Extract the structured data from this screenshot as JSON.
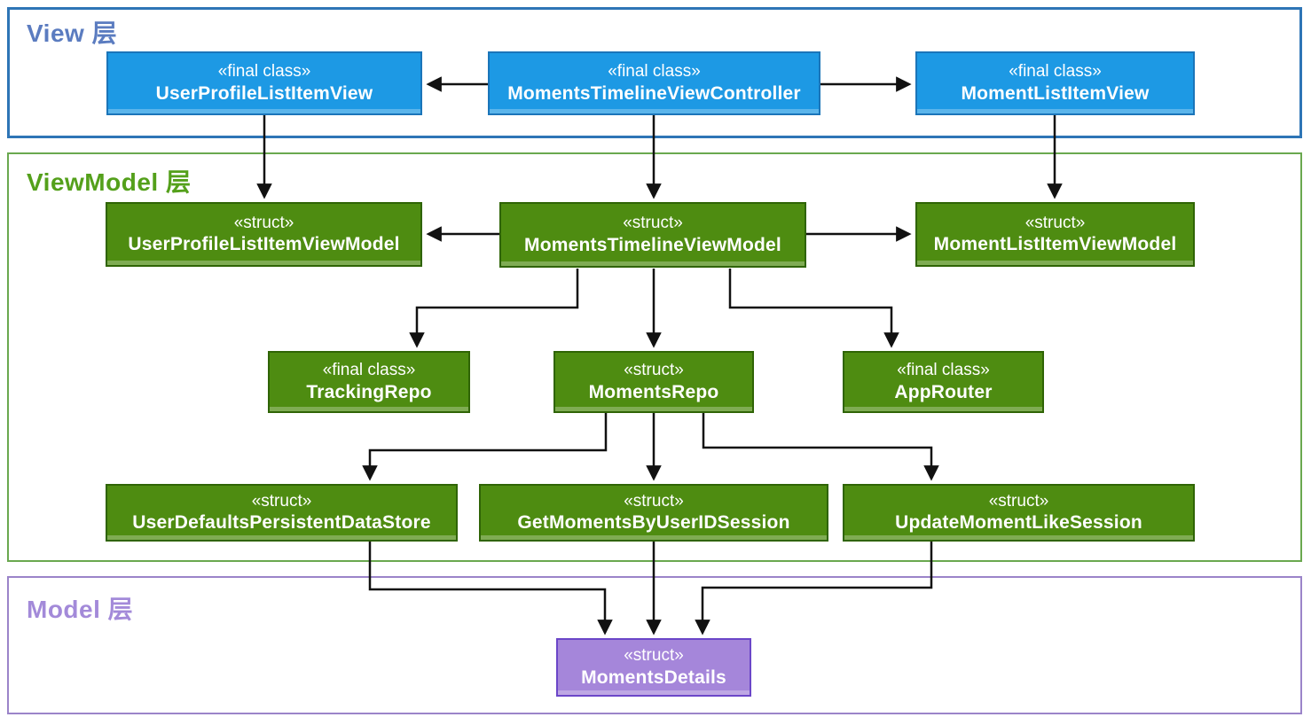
{
  "title": "Moments app architecture diagram (View / ViewModel / Model layers)",
  "layers": [
    {
      "label": "View 层",
      "border_color": "#2e75b6",
      "label_color": "#5b7cc0"
    },
    {
      "label": "ViewModel 层",
      "border_color": "#6aa84f",
      "label_color": "#54a01b"
    },
    {
      "label": "Model 层",
      "border_color": "#9b84c9",
      "label_color": "#a38ad9"
    }
  ],
  "nodes": [
    {
      "stereotype": "«final class»",
      "name": "UserProfileListItemView",
      "layer": "View 层"
    },
    {
      "stereotype": "«final class»",
      "name": "MomentsTimelineViewController",
      "layer": "View 层"
    },
    {
      "stereotype": "«final class»",
      "name": "MomentListItemView",
      "layer": "View 层"
    },
    {
      "stereotype": "«struct»",
      "name": "UserProfileListItemViewModel",
      "layer": "ViewModel 层"
    },
    {
      "stereotype": "«struct»",
      "name": "MomentsTimelineViewModel",
      "layer": "ViewModel 层"
    },
    {
      "stereotype": "«struct»",
      "name": "MomentListItemViewModel",
      "layer": "ViewModel 层"
    },
    {
      "stereotype": "«final class»",
      "name": "TrackingRepo",
      "layer": "ViewModel 层"
    },
    {
      "stereotype": "«struct»",
      "name": "MomentsRepo",
      "layer": "ViewModel 层"
    },
    {
      "stereotype": "«final class»",
      "name": "AppRouter",
      "layer": "ViewModel 层"
    },
    {
      "stereotype": "«struct»",
      "name": "UserDefaultsPersistentDataStore",
      "layer": "ViewModel 层"
    },
    {
      "stereotype": "«struct»",
      "name": "GetMomentsByUserIDSession",
      "layer": "ViewModel 层"
    },
    {
      "stereotype": "«struct»",
      "name": "UpdateMomentLikeSession",
      "layer": "ViewModel 层"
    },
    {
      "stereotype": "«struct»",
      "name": "MomentsDetails",
      "layer": "Model 层"
    }
  ],
  "edges": [
    {
      "from": "MomentsTimelineViewController",
      "to": "UserProfileListItemView"
    },
    {
      "from": "MomentsTimelineViewController",
      "to": "MomentListItemView"
    },
    {
      "from": "UserProfileListItemView",
      "to": "UserProfileListItemViewModel"
    },
    {
      "from": "MomentsTimelineViewController",
      "to": "MomentsTimelineViewModel"
    },
    {
      "from": "MomentListItemView",
      "to": "MomentListItemViewModel"
    },
    {
      "from": "MomentsTimelineViewModel",
      "to": "UserProfileListItemViewModel"
    },
    {
      "from": "MomentsTimelineViewModel",
      "to": "MomentListItemViewModel"
    },
    {
      "from": "MomentsTimelineViewModel",
      "to": "TrackingRepo"
    },
    {
      "from": "MomentsTimelineViewModel",
      "to": "MomentsRepo"
    },
    {
      "from": "MomentsTimelineViewModel",
      "to": "AppRouter"
    },
    {
      "from": "MomentsRepo",
      "to": "UserDefaultsPersistentDataStore"
    },
    {
      "from": "MomentsRepo",
      "to": "GetMomentsByUserIDSession"
    },
    {
      "from": "MomentsRepo",
      "to": "UpdateMomentLikeSession"
    },
    {
      "from": "UserDefaultsPersistentDataStore",
      "to": "MomentsDetails"
    },
    {
      "from": "GetMomentsByUserIDSession",
      "to": "MomentsDetails"
    },
    {
      "from": "UpdateMomentLikeSession",
      "to": "MomentsDetails"
    }
  ],
  "colors": {
    "view_node_fill": "#1d99e4",
    "view_node_border": "#1b75b9",
    "viewmodel_node_fill": "#4e8c11",
    "viewmodel_node_border": "#2f6405",
    "model_node_fill": "#a586da",
    "model_node_border": "#6b46c8",
    "arrow": "#111111",
    "node_text": "#ffffff"
  }
}
